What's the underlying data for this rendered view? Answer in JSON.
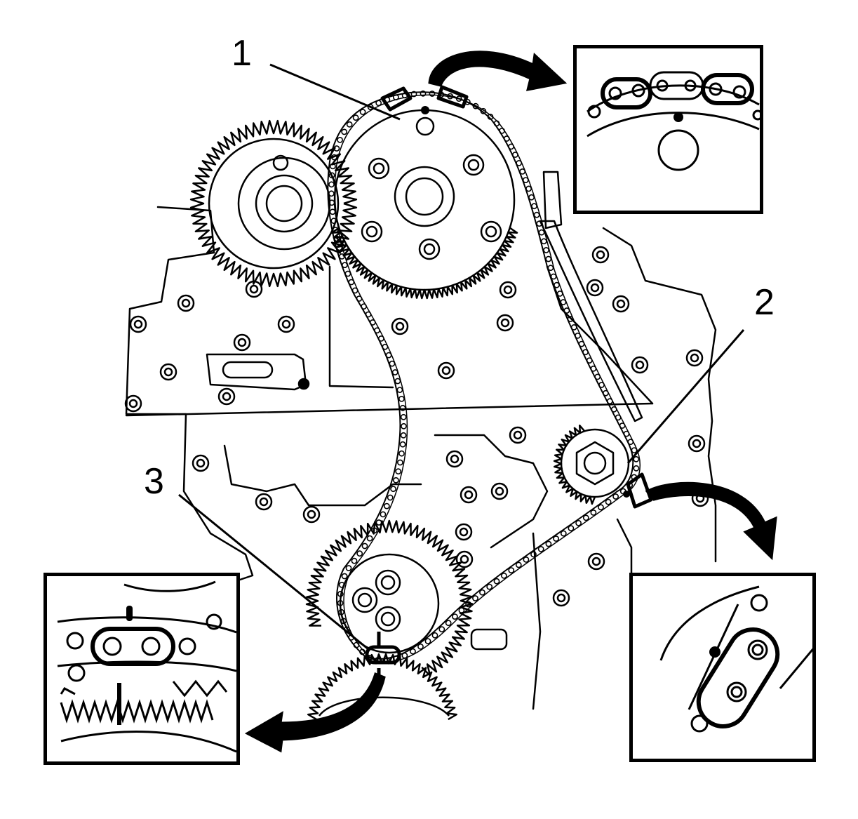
{
  "callouts": {
    "one": "1",
    "two": "2",
    "three": "3"
  },
  "colors": {
    "ink": "#000000",
    "paper": "#ffffff"
  },
  "icons": {
    "arrow_to_inset_1": "curved-arrow-right",
    "arrow_to_inset_2": "curved-arrow-down",
    "arrow_to_inset_3": "curved-arrow-left"
  }
}
